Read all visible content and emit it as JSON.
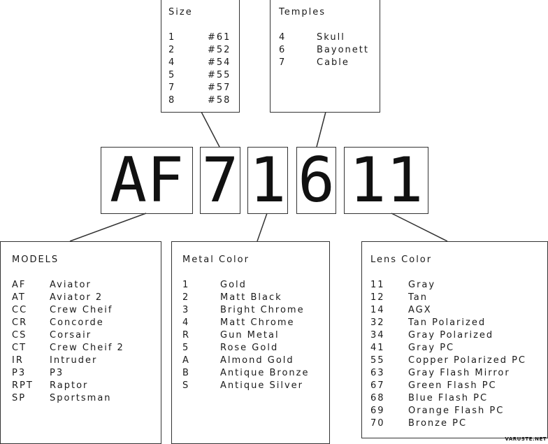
{
  "code_parts": [
    "AF",
    "7",
    "1",
    "6",
    "11"
  ],
  "size": {
    "title": "Size",
    "rows": [
      [
        "1",
        "#61"
      ],
      [
        "2",
        "#52"
      ],
      [
        "4",
        "#54"
      ],
      [
        "5",
        "#55"
      ],
      [
        "7",
        "#57"
      ],
      [
        "8",
        "#58"
      ]
    ]
  },
  "temples": {
    "title": "Temples",
    "rows": [
      [
        "4",
        "Skull"
      ],
      [
        "6",
        "Bayonett"
      ],
      [
        "7",
        "Cable"
      ]
    ]
  },
  "models": {
    "title": "MODELS",
    "rows": [
      [
        "AF",
        "Aviator"
      ],
      [
        "AT",
        "Aviator 2"
      ],
      [
        "CC",
        "Crew Cheif"
      ],
      [
        "CR",
        "Concorde"
      ],
      [
        "CS",
        "Corsair"
      ],
      [
        "CT",
        "Crew Cheif 2"
      ],
      [
        "IR",
        "Intruder"
      ],
      [
        "P3",
        "P3"
      ],
      [
        "RPT",
        "Raptor"
      ],
      [
        "SP",
        "Sportsman"
      ]
    ]
  },
  "metal": {
    "title": "Metal Color",
    "rows": [
      [
        "1",
        "Gold"
      ],
      [
        "2",
        "Matt Black"
      ],
      [
        "3",
        "Bright Chrome"
      ],
      [
        "4",
        "Matt Chrome"
      ],
      [
        "R",
        "Gun Metal"
      ],
      [
        "5",
        "Rose Gold"
      ],
      [
        "A",
        "Almond Gold"
      ],
      [
        "B",
        "Antique Bronze"
      ],
      [
        "S",
        "Antique Silver"
      ]
    ]
  },
  "lens": {
    "title": "Lens Color",
    "rows": [
      [
        "11",
        "Gray"
      ],
      [
        "12",
        "Tan"
      ],
      [
        "14",
        "AGX"
      ],
      [
        "32",
        "Tan Polarized"
      ],
      [
        "34",
        "Gray Polarized"
      ],
      [
        "41",
        "Gray PC"
      ],
      [
        "55",
        "Copper Polarized PC"
      ],
      [
        "63",
        "Gray Flash Mirror"
      ],
      [
        "67",
        "Green Flash PC"
      ],
      [
        "68",
        "Blue Flash PC"
      ],
      [
        "69",
        "Orange Flash PC"
      ],
      [
        "70",
        "Bronze PC"
      ]
    ]
  },
  "watermark": "VARUSTE.NET"
}
